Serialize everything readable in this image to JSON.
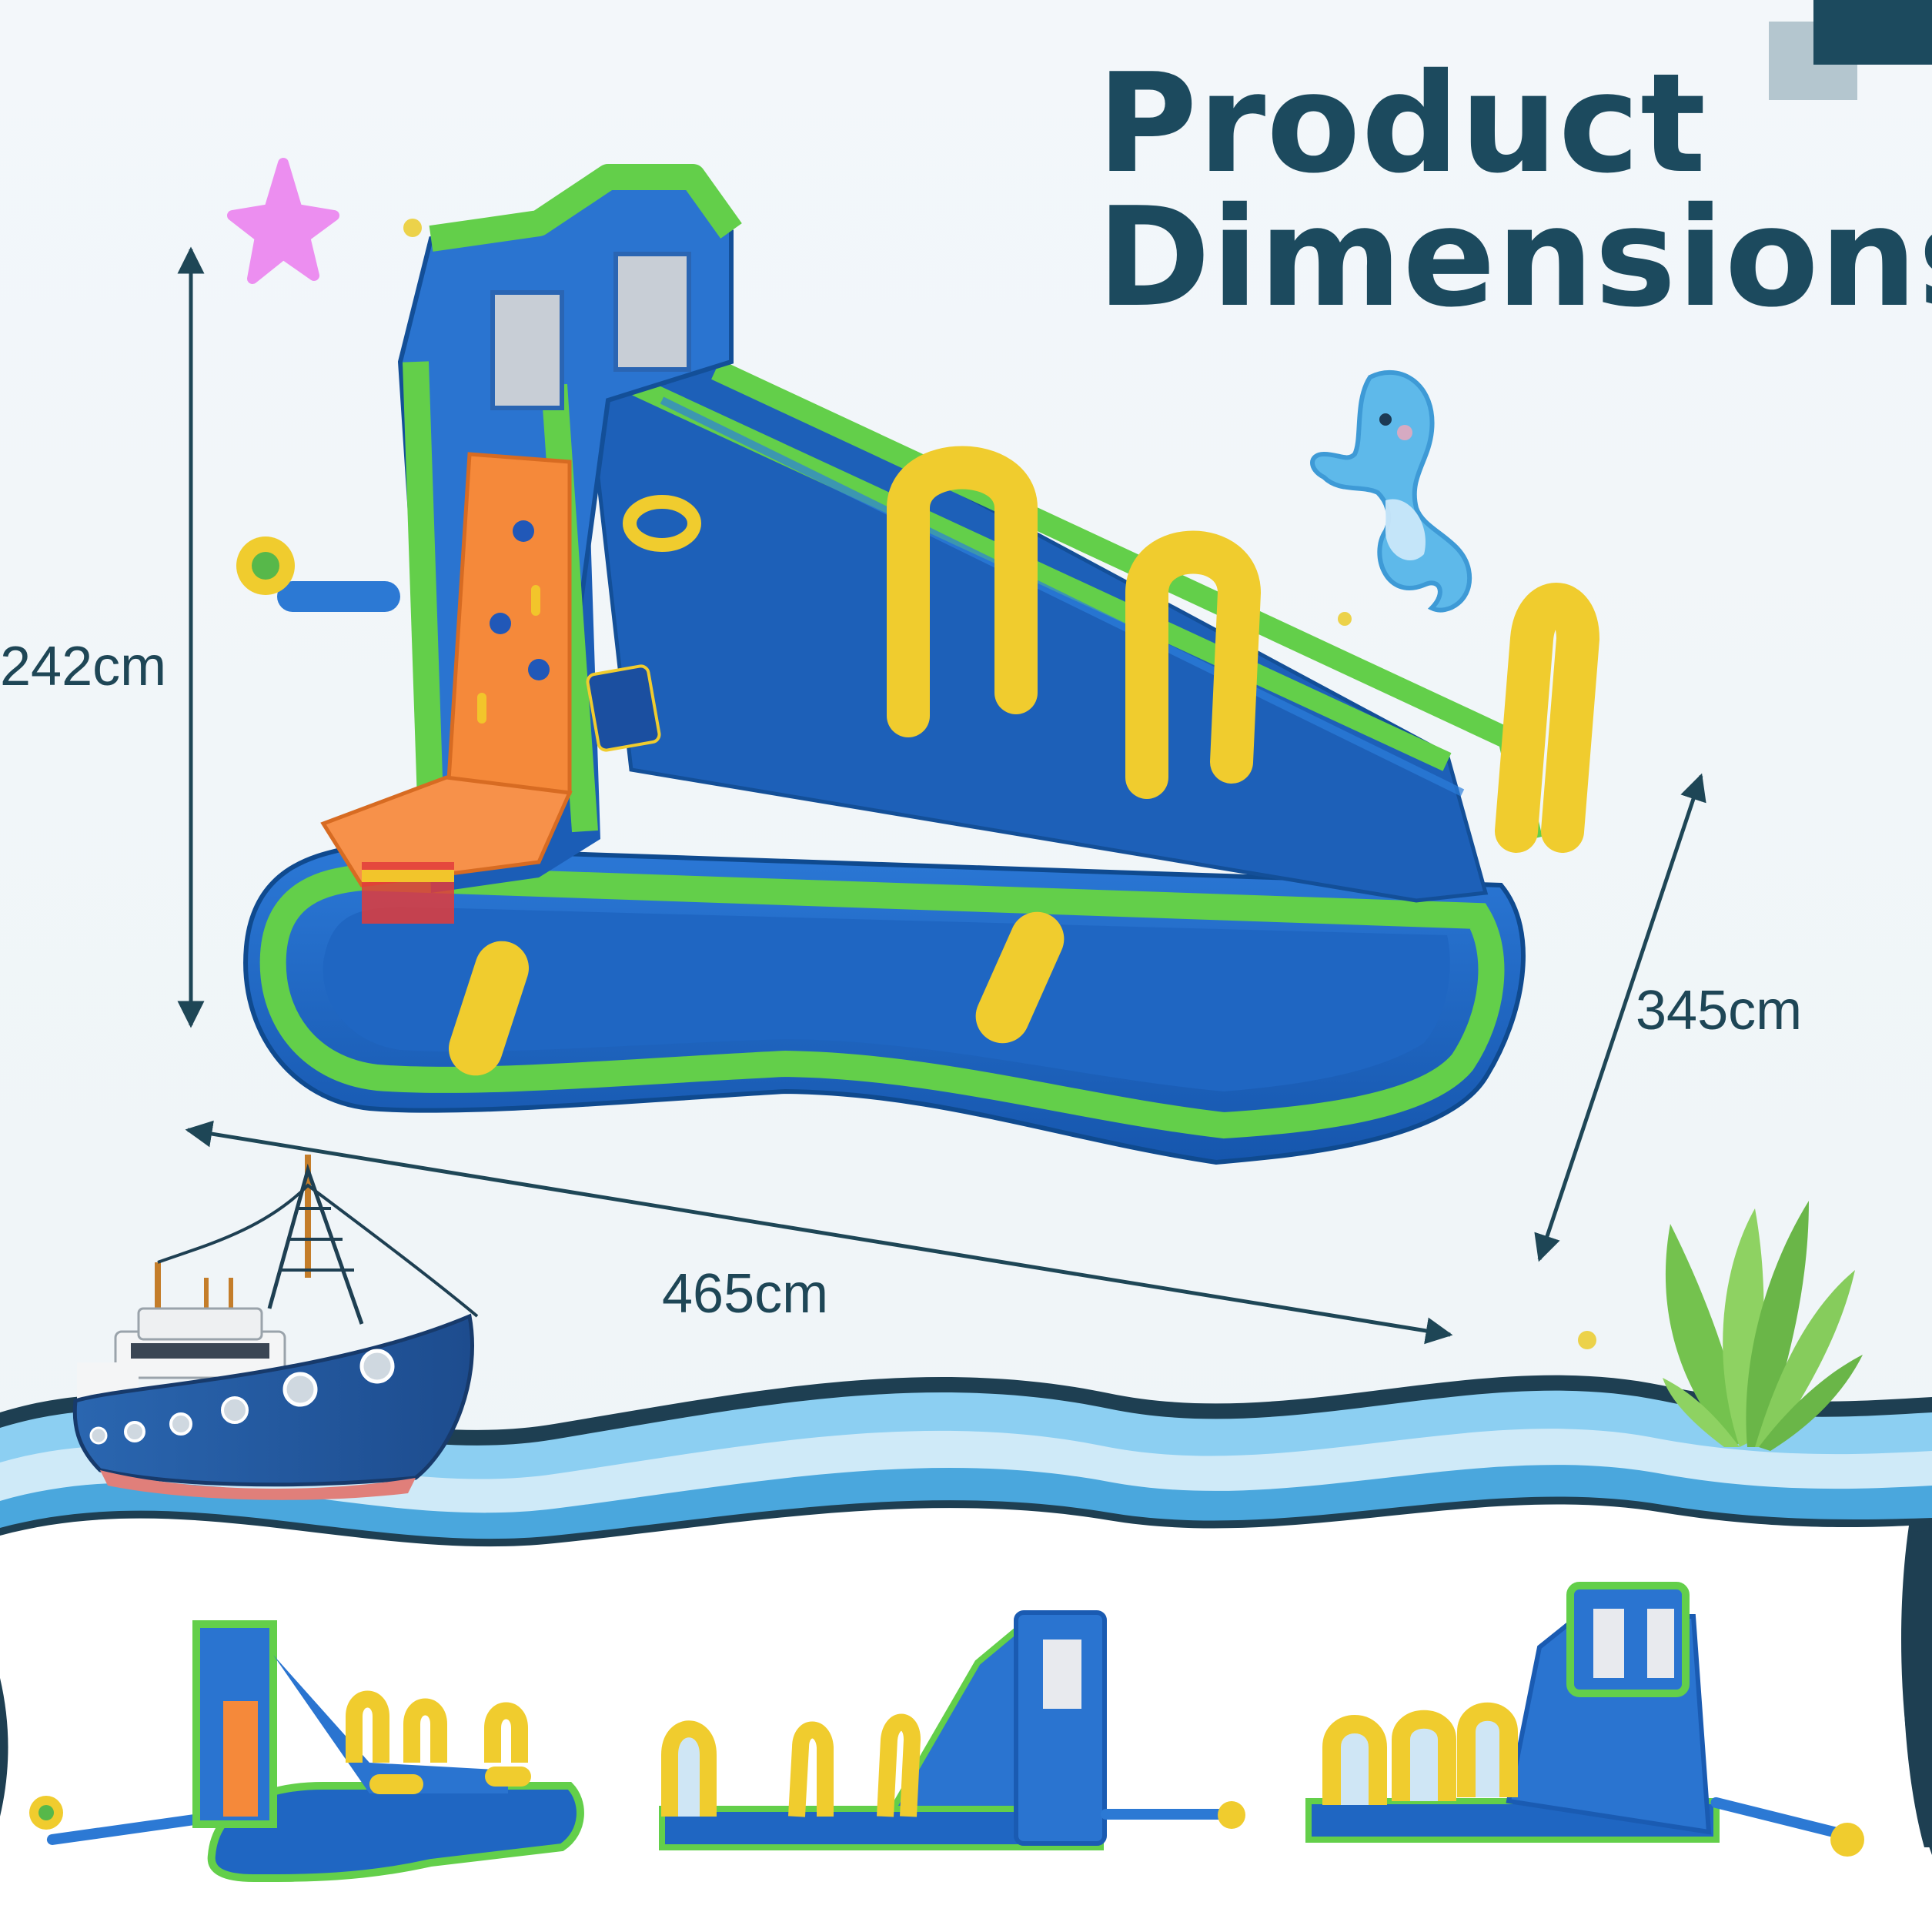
{
  "heading": {
    "line1": "Product",
    "line2": "Dimensions"
  },
  "dimensions": {
    "height": "242cm",
    "width": "465cm",
    "depth": "345cm"
  },
  "colors": {
    "heading": "#1c4a5e",
    "slide_blue": "#1f66c2",
    "trim_green": "#5fd04a",
    "arch_yellow": "#f0cc2e",
    "ladder_orange": "#f58a36",
    "wave_light": "#7fc8ee"
  },
  "icons": [
    "starfish-icon",
    "seahorse-icon",
    "ship-icon",
    "seaweed-icon"
  ],
  "thumbnails": [
    "front-view",
    "side-view",
    "rear-view"
  ]
}
